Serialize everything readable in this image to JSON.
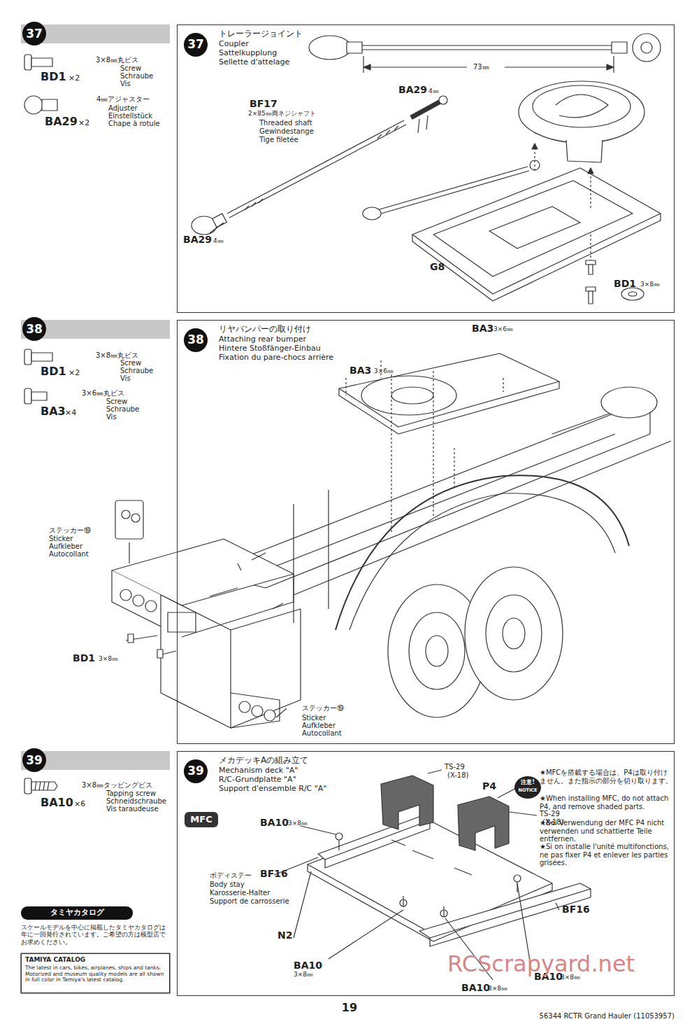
{
  "diagram": {
    "nodes": [
      {
        "text": [
          "37"
        ]
      },
      {
        "text": [
          "トレーラージョイント",
          "Coupler",
          "Sattelkupplung",
          "Sellette d'attelage"
        ]
      },
      {
        "text": [
          "37"
        ],
        "in": 1
      },
      {
        "text": [
          "38"
        ]
      },
      {
        "text": [
          "リヤバンパーの取り付け",
          "Attaching rear bumper",
          "Hintere Stoßfänger-Einbau",
          "Fixation du pare-chocs arrière"
        ]
      },
      {
        "text": [
          "38"
        ],
        "in": 4
      },
      {
        "text": [
          "39"
        ]
      },
      {
        "text": [
          "タミヤカタログ"
        ]
      },
      {
        "text": [
          "TAMIYA CATALOG",
          "The latest in cars, bikes, airplanes, ships and tanks. Motorized and museum quality models are all shown in full color in Tamiya's latest catalog."
        ]
      },
      {
        "text": [
          "メカデッキAの組み立て",
          "Mechanism deck \"A\"",
          "R/C-Grundplatte \"A\"",
          "Support d'ensemble R/C \"A\""
        ]
      },
      {
        "text": [
          "39"
        ],
        "in": 9
      },
      {
        "text": [
          "MFC"
        ],
        "in": 9
      },
      {
        "text": [
          "注意!",
          "NOTICE"
        ],
        "in": 9
      }
    ],
    "labels": [
      "3×8㎜丸ビス",
      "Screw",
      "Schraube",
      "Vis",
      "BD1",
      "×2",
      "4㎜アジャスター",
      "Adjuster",
      "Einstellstück",
      "Chape à rotule",
      "BA29",
      "×2",
      "73㎜",
      "BF17",
      "2×85㎜両ネジシャフト",
      "Threaded shaft",
      "Gewindestange",
      "Tige filetée",
      "BA29",
      "4㎜",
      "BA29",
      "4㎜",
      "G8",
      "BD1",
      "3×8㎜",
      "3×8㎜丸ビス",
      "Screw",
      "Schraube",
      "Vis",
      "BD1",
      "×2",
      "3×6㎜丸ビス",
      "Screw",
      "Schraube",
      "Vis",
      "BA3",
      "×4",
      "ステッカー⑲",
      "Sticker",
      "Aufkleber",
      "Autocollant",
      "BA3",
      "3×6㎜",
      "BA3",
      "3×6㎜",
      "BD1",
      "3×8㎜",
      "ステッカー⑲",
      "Sticker",
      "Aufkleber",
      "Autocollant",
      "3×8㎜タッピングビス",
      "Tapping screw",
      "Schneidschraube",
      "Vis taraudeuse",
      "BA10",
      "×6",
      "スケールモデルを中心に掲載したタミヤカタログは年に一回発行されています。ご希望の方は模型店でお求めください。",
      "TS-29",
      "(X-18)",
      "P4",
      "TS-29",
      "(X-18)",
      "BA10",
      "3×8㎜",
      "ボディステー",
      "BF16",
      "Body stay",
      "Karosserie-Halter",
      "Support de carrosserie",
      "BF16",
      "N2",
      "BA10",
      "3×8㎜",
      "BA10",
      "3×8㎜",
      "BA10",
      "3×8㎜",
      "★MFCを搭載する場合は、P4は取り付けません。また指示の部分を切り取ります。",
      "★When installing MFC, do not attach P4, and remove shaded parts.",
      "★Bei Verwendung der MFC P4 nicht verwenden und schattierte Teile entfernen.",
      "★Si on installe l'unité multifonctions, ne pas fixer P4 et enlever les parties grisées.",
      "19",
      "56344 RCTR Grand Hauler (11053957)",
      "RCScrapyard.net"
    ]
  }
}
